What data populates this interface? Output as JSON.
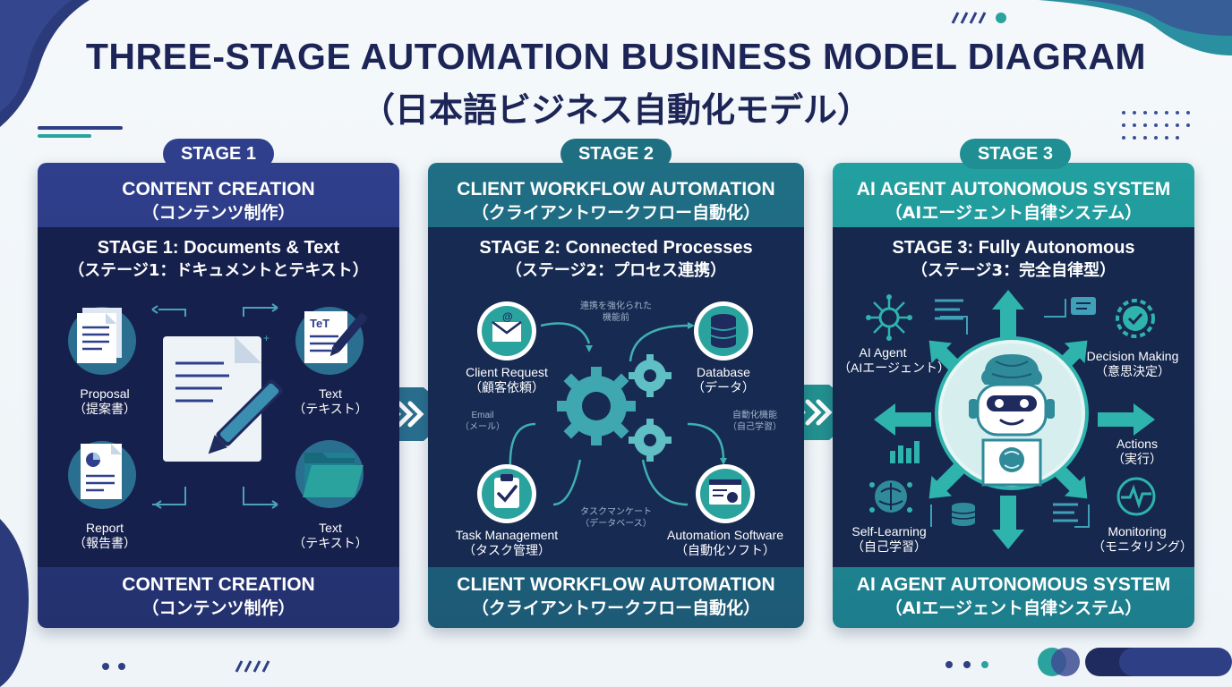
{
  "title": {
    "line1": "THREE-STAGE AUTOMATION BUSINESS MODEL DIAGRAM",
    "line2": "（日本語ビジネス自動化モデル）"
  },
  "colors": {
    "navy": "#1c2556",
    "stage1": "#2c3a86",
    "stage2": "#1f6f83",
    "stage3": "#1f8f93",
    "teal": "#2aa39f",
    "panel": "#16204c"
  },
  "stages": [
    {
      "pill": "STAGE 1",
      "header": [
        "CONTENT CREATION",
        "（コンテンツ制作）"
      ],
      "subtitle": [
        "STAGE 1: Documents & Text",
        "（ステージ1：ドキュメントとテキスト）"
      ],
      "footer": [
        "CONTENT CREATION",
        "（コンテンツ制作）"
      ],
      "items": [
        {
          "icon": "proposal-document-icon",
          "label": [
            "Proposal",
            "（提案書）"
          ]
        },
        {
          "icon": "text-pen-icon",
          "label": [
            "Text",
            "（テキスト）"
          ]
        },
        {
          "icon": "report-chart-icon",
          "label": [
            "Report",
            "（報告書）"
          ]
        },
        {
          "icon": "folder-icon",
          "label": [
            "Text",
            "（テキスト）"
          ]
        }
      ],
      "center_icon": "document-writing-icon",
      "text_icon_caption": "TeT"
    },
    {
      "pill": "STAGE 2",
      "header": [
        "CLIENT WORKFLOW AUTOMATION",
        "（クライアントワークフロー自動化）"
      ],
      "subtitle": [
        "STAGE 2: Connected Processes",
        "（ステージ2：プロセス連携）"
      ],
      "footer": [
        "CLIENT WORKFLOW AUTOMATION",
        "（クライアントワークフロー自動化）"
      ],
      "items": [
        {
          "icon": "email-request-icon",
          "label": [
            "Client Request",
            "（顧客依頼）"
          ]
        },
        {
          "icon": "database-icon",
          "label": [
            "Database",
            "（データ）"
          ]
        },
        {
          "icon": "clipboard-check-icon",
          "label": [
            "Task Management",
            "（タスク管理）"
          ]
        },
        {
          "icon": "automation-software-icon",
          "label": [
            "Automation Software",
            "（自動化ソフト）"
          ]
        }
      ],
      "center_icon": "gears-icon",
      "small_notes": {
        "top": [
          "連携を強化られた",
          "機能前"
        ],
        "left": [
          "Email",
          "（メール）"
        ],
        "right": [
          "自動化機能",
          "（自己学習）"
        ],
        "bottom": [
          "タスクマンケート",
          "（データベース）"
        ]
      }
    },
    {
      "pill": "STAGE 3",
      "header": [
        "AI AGENT AUTONOMOUS SYSTEM",
        "（AIエージェント自律システム）"
      ],
      "subtitle": [
        "STAGE 3: Fully Autonomous",
        "（ステージ3：完全自律型）"
      ],
      "footer": [
        "AI AGENT AUTONOMOUS SYSTEM",
        "（AIエージェント自律システム）"
      ],
      "items": [
        {
          "icon": "ai-network-icon",
          "label": [
            "AI Agent",
            "（AIエージェント）"
          ]
        },
        {
          "icon": "decision-check-icon",
          "label": [
            "Decision Making",
            "（意思決定）"
          ]
        },
        {
          "icon": "actions-arrow-icon",
          "label": [
            "Actions",
            "（実行）"
          ]
        },
        {
          "icon": "self-learning-brain-icon",
          "label": [
            "Self-Learning",
            "（自己学習）"
          ]
        },
        {
          "icon": "monitoring-pulse-icon",
          "label": [
            "Monitoring",
            "（モニタリング）"
          ]
        }
      ],
      "center_icon": "robot-brain-icon"
    }
  ]
}
